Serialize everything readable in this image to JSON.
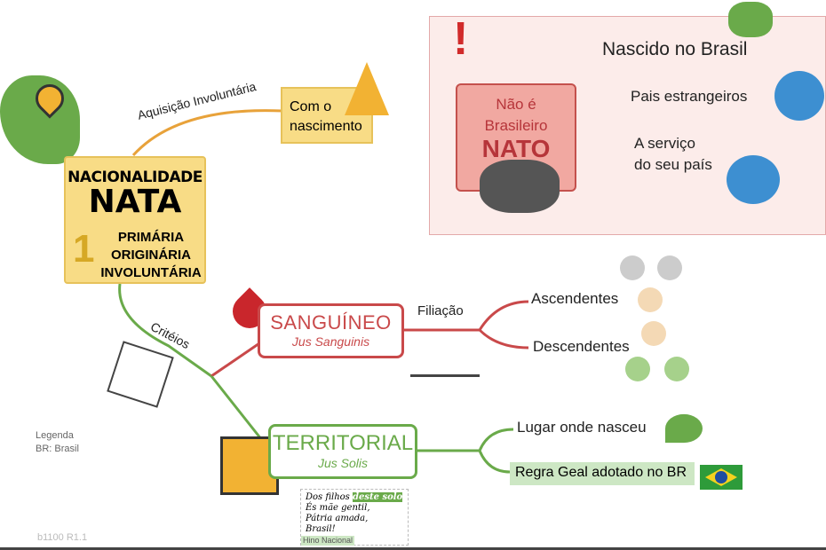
{
  "main": {
    "line1": "NACIONALIDADE",
    "line2": "NATA",
    "number": "1",
    "items": [
      "PRIMÁRIA",
      "ORIGINÁRIA",
      "INVOLUNTÁRIA"
    ]
  },
  "acquisition": {
    "label": "Aquisição Involuntária",
    "node": "Com o nascimento"
  },
  "not_nato": {
    "line1": "Não é",
    "line2": "Brasileiro",
    "line3": "NATO",
    "root": "Nascido no Brasil",
    "branches": [
      "Pais estrangeiros",
      "A serviço do seu país"
    ]
  },
  "criteria_label": "Critéios",
  "sanguineo": {
    "title": "SANGUÍNEO",
    "subtitle": "Jus Sanguinis",
    "link": "Filiação",
    "branches": [
      "Ascendentes",
      "Descendentes"
    ]
  },
  "territorial": {
    "title": "TERRITORIAL",
    "subtitle": "Jus Solis",
    "branches": [
      "Lugar onde nasceu",
      "Regra Geal adotado no BR"
    ]
  },
  "anthem": {
    "lines": [
      "Dos filhos",
      "deste solo",
      "És mãe gentil,",
      "Pátria amada,",
      "Brasil!"
    ],
    "tag": "Hino Nacional"
  },
  "legend": {
    "title": "Legenda",
    "item": "BR: Brasil"
  },
  "version": "b1100 R1.1"
}
